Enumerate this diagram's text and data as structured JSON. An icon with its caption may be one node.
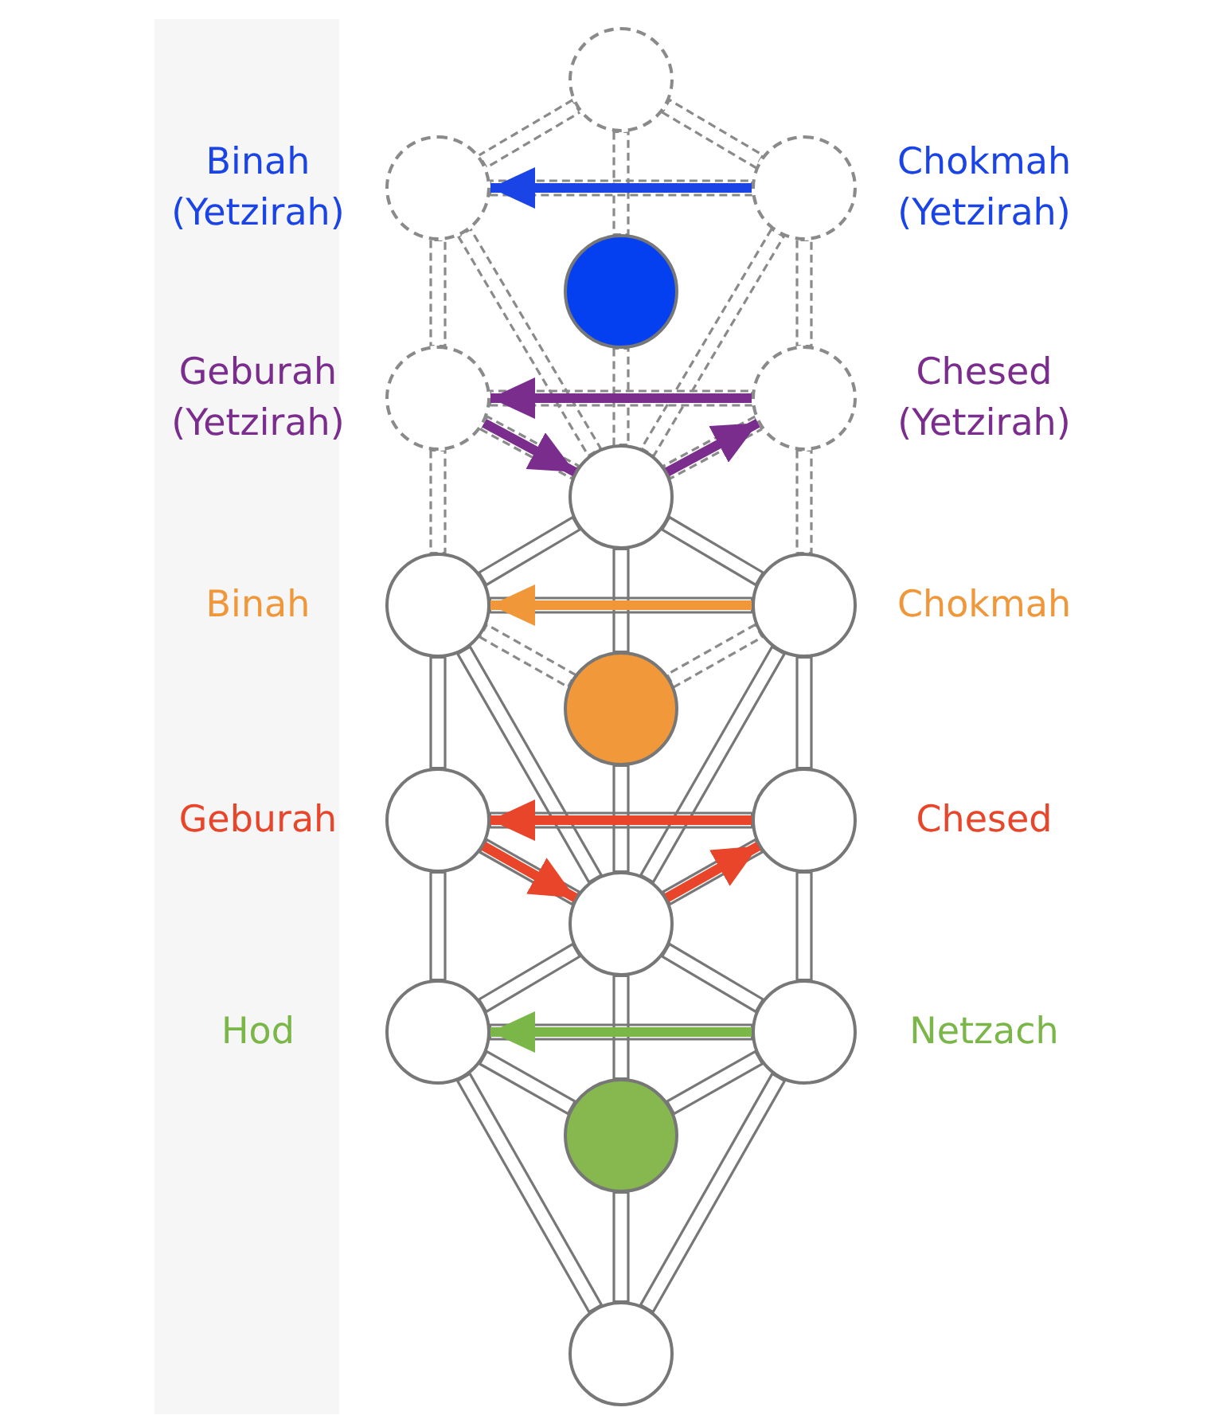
{
  "diagram": {
    "nodes": [
      {
        "text": [],
        "shape": "circle"
      },
      {
        "text": [],
        "shape": "circle",
        "beside": [
          "Binah (Yetzirah)"
        ]
      },
      {
        "text": [],
        "shape": "circle",
        "beside": [
          "Chokmah (Yetzirah)"
        ]
      },
      {
        "text": [],
        "shape": "circle"
      },
      {
        "text": [],
        "shape": "circle",
        "beside": [
          "Geburah (Yetzirah)"
        ]
      },
      {
        "text": [],
        "shape": "circle",
        "beside": [
          "Chesed (Yetzirah)"
        ]
      },
      {
        "text": [],
        "shape": "circle"
      },
      {
        "text": [],
        "shape": "circle",
        "beside": [
          "Binah"
        ]
      },
      {
        "text": [],
        "shape": "circle",
        "beside": [
          "Chokmah"
        ]
      },
      {
        "text": [],
        "shape": "circle"
      },
      {
        "text": [],
        "shape": "circle",
        "beside": [
          "Geburah"
        ]
      },
      {
        "text": [],
        "shape": "circle",
        "beside": [
          "Chesed"
        ]
      },
      {
        "text": [],
        "shape": "circle"
      },
      {
        "text": [],
        "shape": "circle",
        "beside": [
          "Hod"
        ]
      },
      {
        "text": [],
        "shape": "circle",
        "beside": [
          "Netzach"
        ]
      },
      {
        "text": [],
        "shape": "circle"
      },
      {
        "text": [],
        "shape": "circle"
      }
    ],
    "edges": [
      {
        "from": 0,
        "to": 1,
        "arrow": "none",
        "style": "dashed"
      },
      {
        "from": 0,
        "to": 2,
        "arrow": "none",
        "style": "dashed"
      },
      {
        "from": 0,
        "to": 3,
        "arrow": "none",
        "style": "dashed"
      },
      {
        "from": 1,
        "to": 2,
        "arrow": "none",
        "style": "dashed"
      },
      {
        "from": 1,
        "to": 4,
        "arrow": "none",
        "style": "dashed"
      },
      {
        "from": 2,
        "to": 5,
        "arrow": "none",
        "style": "dashed"
      },
      {
        "from": 1,
        "to": 6,
        "arrow": "none",
        "style": "dashed"
      },
      {
        "from": 2,
        "to": 6,
        "arrow": "none",
        "style": "dashed"
      },
      {
        "from": 3,
        "to": 6,
        "arrow": "none",
        "style": "dashed"
      },
      {
        "from": 4,
        "to": 5,
        "arrow": "none",
        "style": "dashed"
      },
      {
        "from": 4,
        "to": 6,
        "arrow": "none",
        "style": "dashed"
      },
      {
        "from": 5,
        "to": 6,
        "arrow": "none",
        "style": "dashed"
      },
      {
        "from": 4,
        "to": 7,
        "arrow": "none",
        "style": "dashed"
      },
      {
        "from": 5,
        "to": 8,
        "arrow": "none",
        "style": "dashed"
      },
      {
        "from": 7,
        "to": 9,
        "arrow": "none",
        "style": "dashed"
      },
      {
        "from": 8,
        "to": 9,
        "arrow": "none",
        "style": "dashed"
      },
      {
        "from": 6,
        "to": 7,
        "arrow": "none"
      },
      {
        "from": 6,
        "to": 8,
        "arrow": "none"
      },
      {
        "from": 6,
        "to": 9,
        "arrow": "none"
      },
      {
        "from": 7,
        "to": 8,
        "arrow": "none"
      },
      {
        "from": 7,
        "to": 10,
        "arrow": "none"
      },
      {
        "from": 8,
        "to": 11,
        "arrow": "none"
      },
      {
        "from": 7,
        "to": 12,
        "arrow": "none"
      },
      {
        "from": 8,
        "to": 12,
        "arrow": "none"
      },
      {
        "from": 9,
        "to": 12,
        "arrow": "none"
      },
      {
        "from": 10,
        "to": 11,
        "arrow": "none"
      },
      {
        "from": 10,
        "to": 12,
        "arrow": "none"
      },
      {
        "from": 11,
        "to": 12,
        "arrow": "none"
      },
      {
        "from": 10,
        "to": 13,
        "arrow": "none"
      },
      {
        "from": 11,
        "to": 14,
        "arrow": "none"
      },
      {
        "from": 12,
        "to": 13,
        "arrow": "none"
      },
      {
        "from": 12,
        "to": 14,
        "arrow": "none"
      },
      {
        "from": 12,
        "to": 15,
        "arrow": "none"
      },
      {
        "from": 13,
        "to": 14,
        "arrow": "none"
      },
      {
        "from": 13,
        "to": 15,
        "arrow": "none"
      },
      {
        "from": 14,
        "to": 15,
        "arrow": "none"
      },
      {
        "from": 13,
        "to": 16,
        "arrow": "none"
      },
      {
        "from": 14,
        "to": 16,
        "arrow": "none"
      },
      {
        "from": 15,
        "to": 16,
        "arrow": "none"
      },
      {
        "from": 2,
        "to": 1,
        "arrow": "to",
        "color": "#1a44e6"
      },
      {
        "from": 5,
        "to": 4,
        "arrow": "to",
        "color": "#7b2d8e"
      },
      {
        "from": 4,
        "to": 6,
        "arrow": "to",
        "color": "#7b2d8e"
      },
      {
        "from": 6,
        "to": 5,
        "arrow": "to",
        "color": "#7b2d8e"
      },
      {
        "from": 8,
        "to": 7,
        "arrow": "to",
        "color": "#f0973a"
      },
      {
        "from": 11,
        "to": 10,
        "arrow": "to",
        "color": "#e8452a"
      },
      {
        "from": 10,
        "to": 12,
        "arrow": "to",
        "color": "#e8452a"
      },
      {
        "from": 12,
        "to": 11,
        "arrow": "to",
        "color": "#e8452a"
      },
      {
        "from": 14,
        "to": 13,
        "arrow": "to",
        "color": "#7ab648"
      }
    ]
  }
}
